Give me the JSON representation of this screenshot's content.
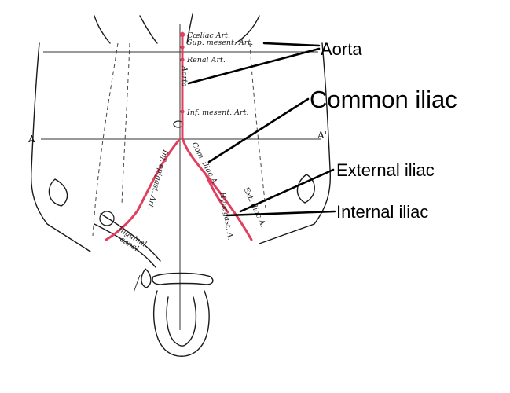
{
  "callouts": {
    "aorta": "Aorta",
    "common_iliac": "Common iliac",
    "external_iliac": "External iliac",
    "internal_iliac": "Internal iliac"
  },
  "engraving_labels": {
    "coeliac": "Cœliac Art.",
    "sup_mesent": "Sup. mesent. Art.",
    "renal": "Renal Art.",
    "aorta_vertical": "Aorta",
    "inf_mesent": "Inf. mesent. Art.",
    "common_iliac_vertical": "Com. iliac A.",
    "ext_iliac_vertical": "Ext. iliac A.",
    "hypogast_vertical": "Hypogast. A.",
    "inf_epigast_vertical": "Inf. epigast. Art.",
    "inguinal_canal_line1": "Inguinal",
    "inguinal_canal_line2": "canal"
  },
  "plane_markers": {
    "left": "A",
    "right": "A'"
  },
  "colors": {
    "artery": "#e0405e",
    "ink": "#1a1a1a",
    "callout_text": "#000000"
  }
}
